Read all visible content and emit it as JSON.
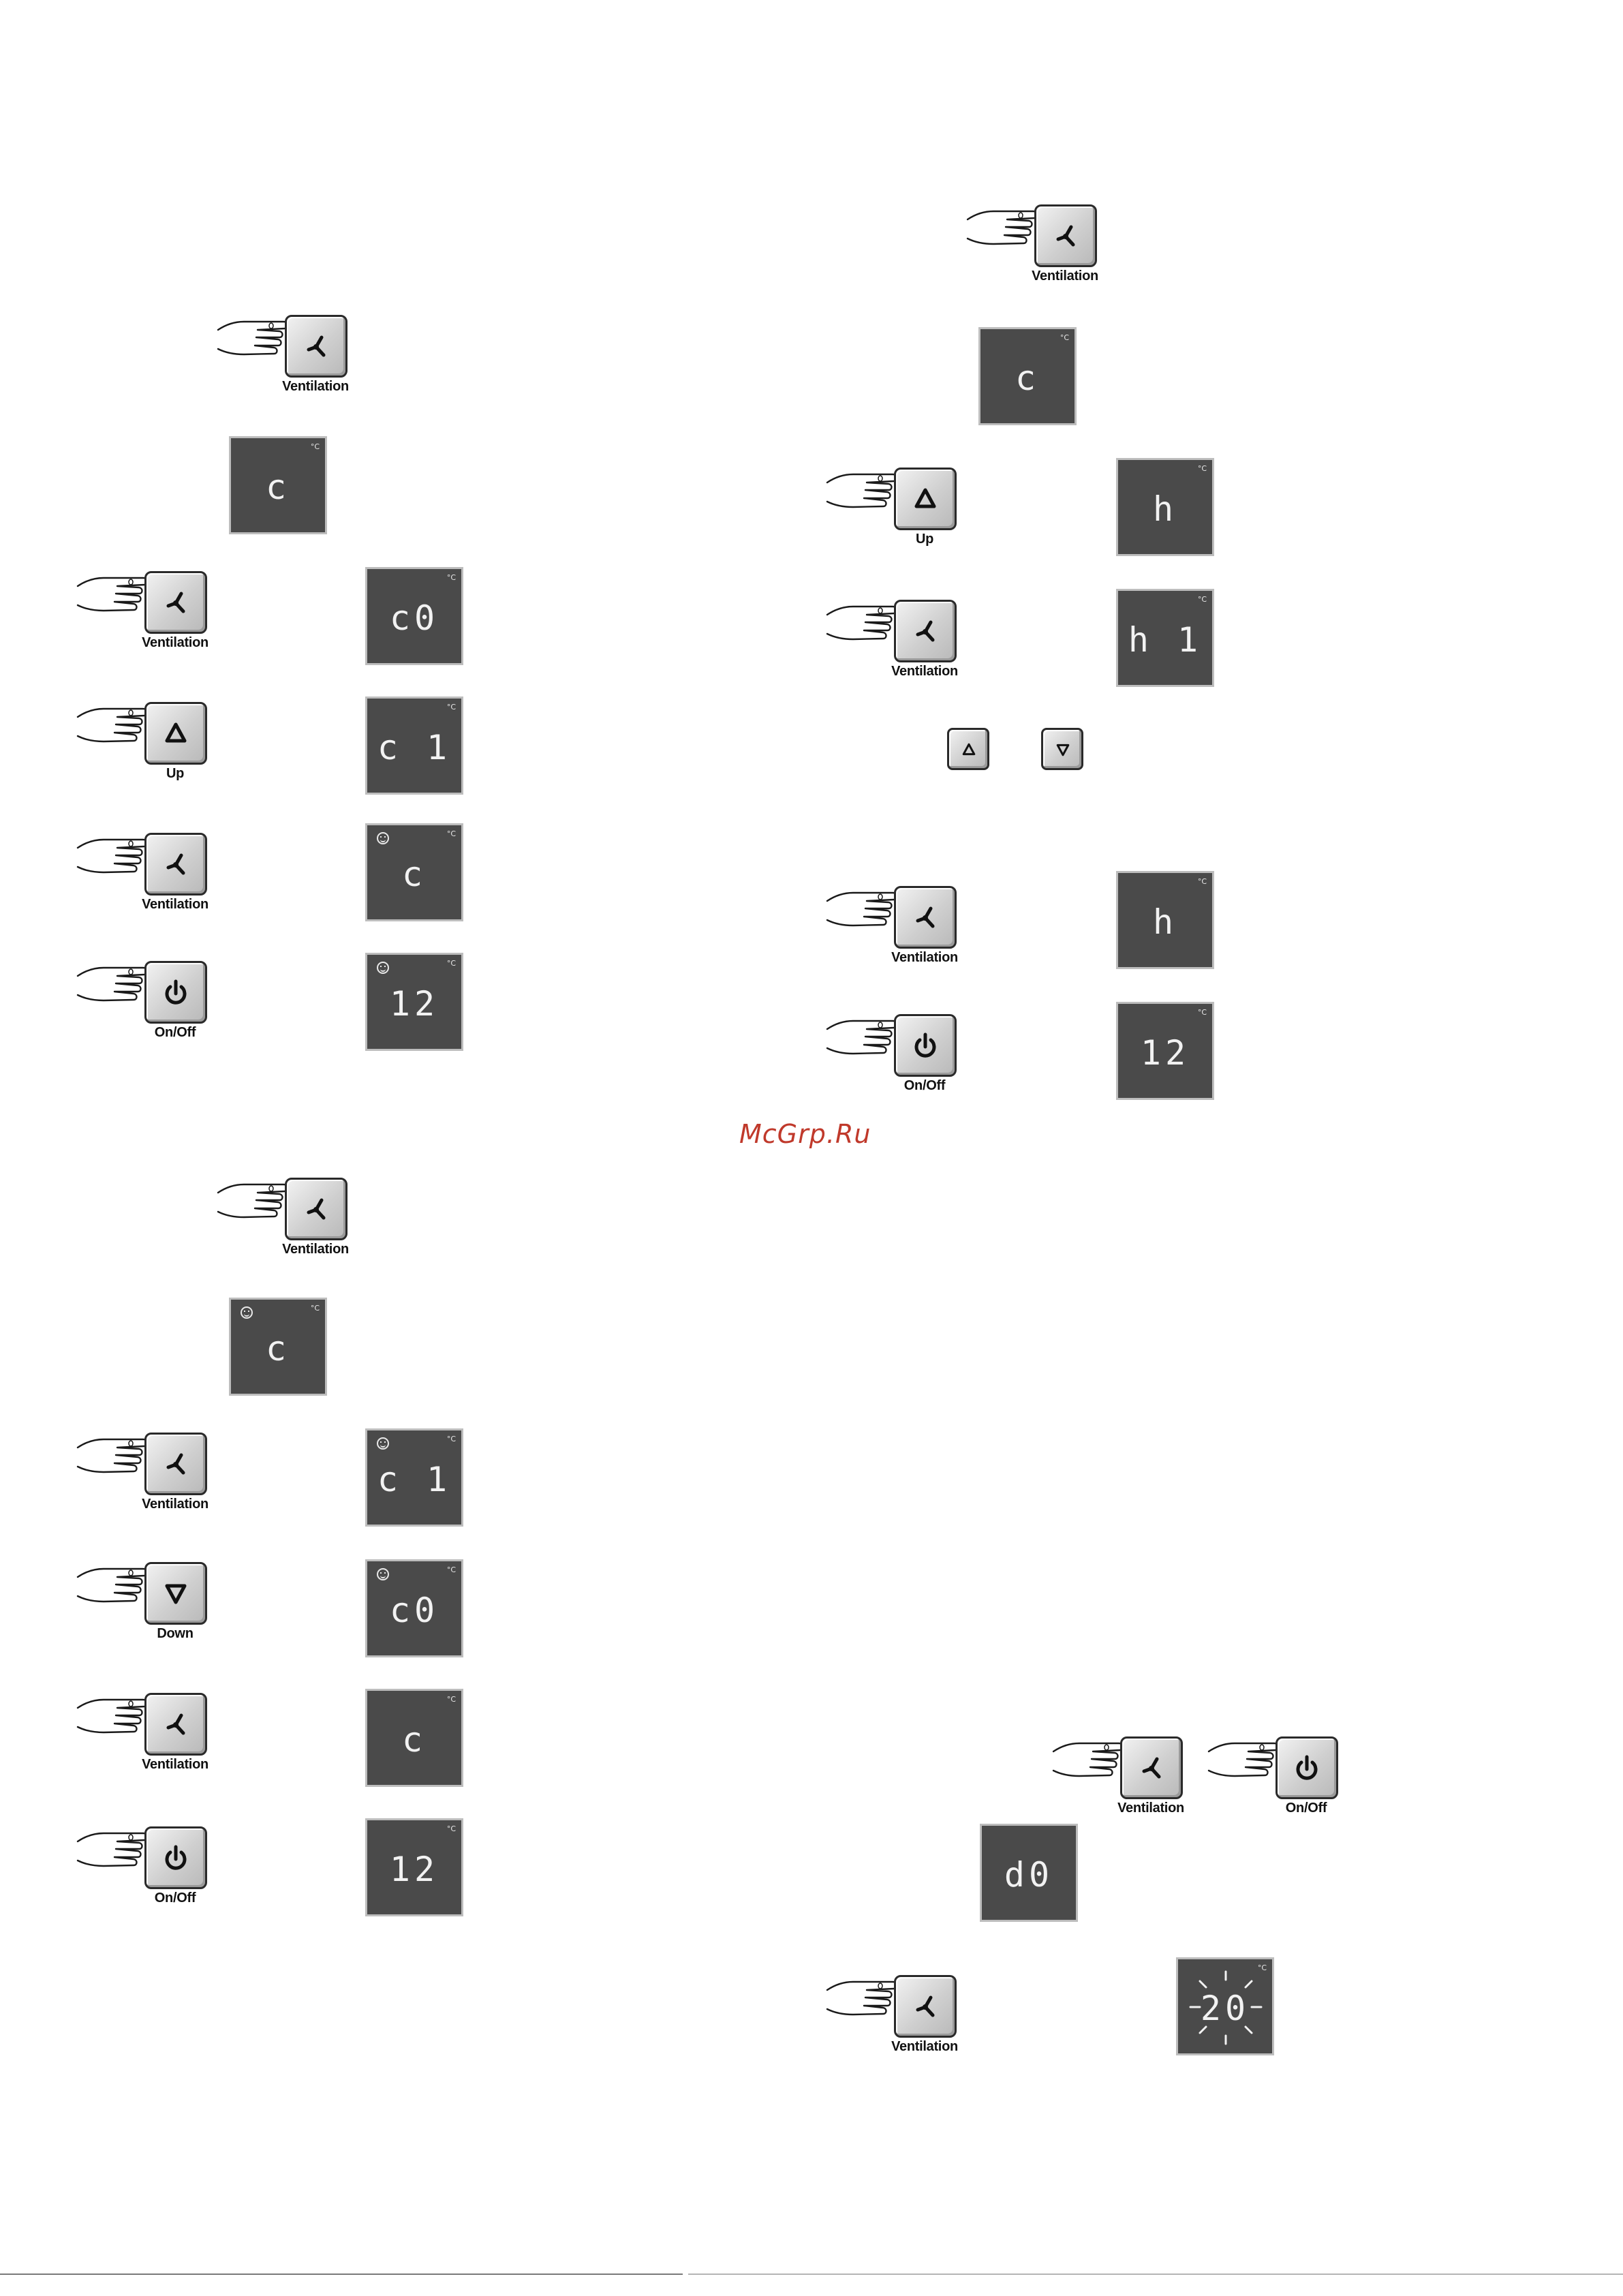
{
  "labels": {
    "ventilation": "Ventilation",
    "up": "Up",
    "down": "Down",
    "onoff": "On/Off"
  },
  "unit": "°C",
  "watermark": "McGrp.Ru",
  "left_column": [
    {
      "key": "ventilation",
      "display": "c",
      "smile": false
    },
    {
      "key": "ventilation",
      "display": "c0",
      "smile": false
    },
    {
      "key": "up",
      "display": "c 1",
      "smile": false
    },
    {
      "key": "ventilation",
      "display": "c",
      "smile": true
    },
    {
      "key": "onoff",
      "display": "12",
      "smile": true
    }
  ],
  "left_column_2": [
    {
      "key": "ventilation",
      "display": "c",
      "smile": true
    },
    {
      "key": "ventilation",
      "display": "c 1",
      "smile": true
    },
    {
      "key": "down",
      "display": "c0",
      "smile": true
    },
    {
      "key": "ventilation",
      "display": "c",
      "smile": false
    },
    {
      "key": "onoff",
      "display": "12",
      "smile": false
    }
  ],
  "right_column": [
    {
      "key": "ventilation",
      "display": "c"
    },
    {
      "key": "up",
      "display": "h"
    },
    {
      "key": "ventilation",
      "display": "h 1"
    },
    {
      "key": "ventilation",
      "display": "h"
    },
    {
      "key": "onoff",
      "display": "12"
    }
  ],
  "right_column_2": [
    {
      "key": "ventilation+onoff",
      "display": "d0"
    },
    {
      "key": "ventilation",
      "display": "20",
      "blinking": true
    }
  ]
}
